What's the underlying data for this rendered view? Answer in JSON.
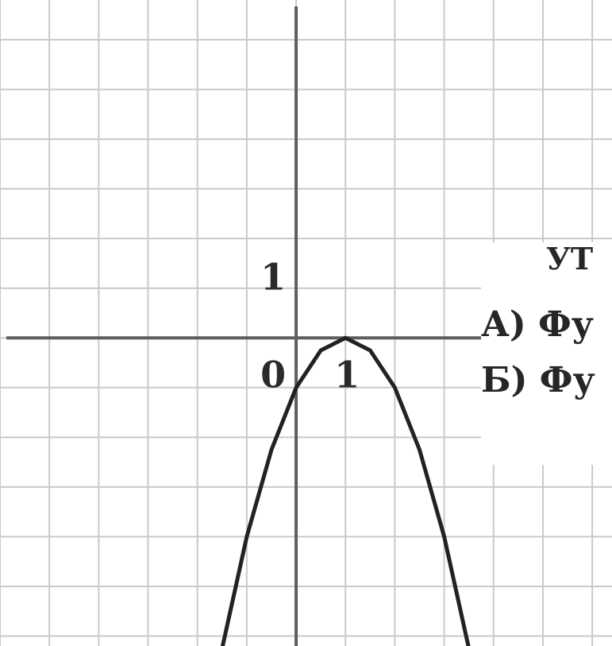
{
  "chart_data": {
    "type": "line",
    "title": "",
    "xlabel": "",
    "ylabel": "",
    "xlim": [
      -6,
      6.4
    ],
    "ylim": [
      -6.2,
      6.8
    ],
    "grid": true,
    "tick_labels": {
      "origin": "0",
      "x_one": "1",
      "y_one": "1"
    },
    "series": [
      {
        "x": [
          -1.5,
          -1,
          -0.5,
          0,
          0.5,
          1,
          1.5,
          2,
          2.5,
          3,
          3.5
        ],
        "y": [
          -6.25,
          -4,
          -2.25,
          -1,
          -0.25,
          0,
          -0.25,
          -1,
          -2.25,
          -4,
          -6.25
        ]
      }
    ]
  },
  "side_text": {
    "line0": "УТ",
    "line1": "А) Фу",
    "line2": "Б) Фу"
  },
  "colors": {
    "grid": "#c9c9c9",
    "axis": "#5e5e5e",
    "curve": "#222222"
  }
}
